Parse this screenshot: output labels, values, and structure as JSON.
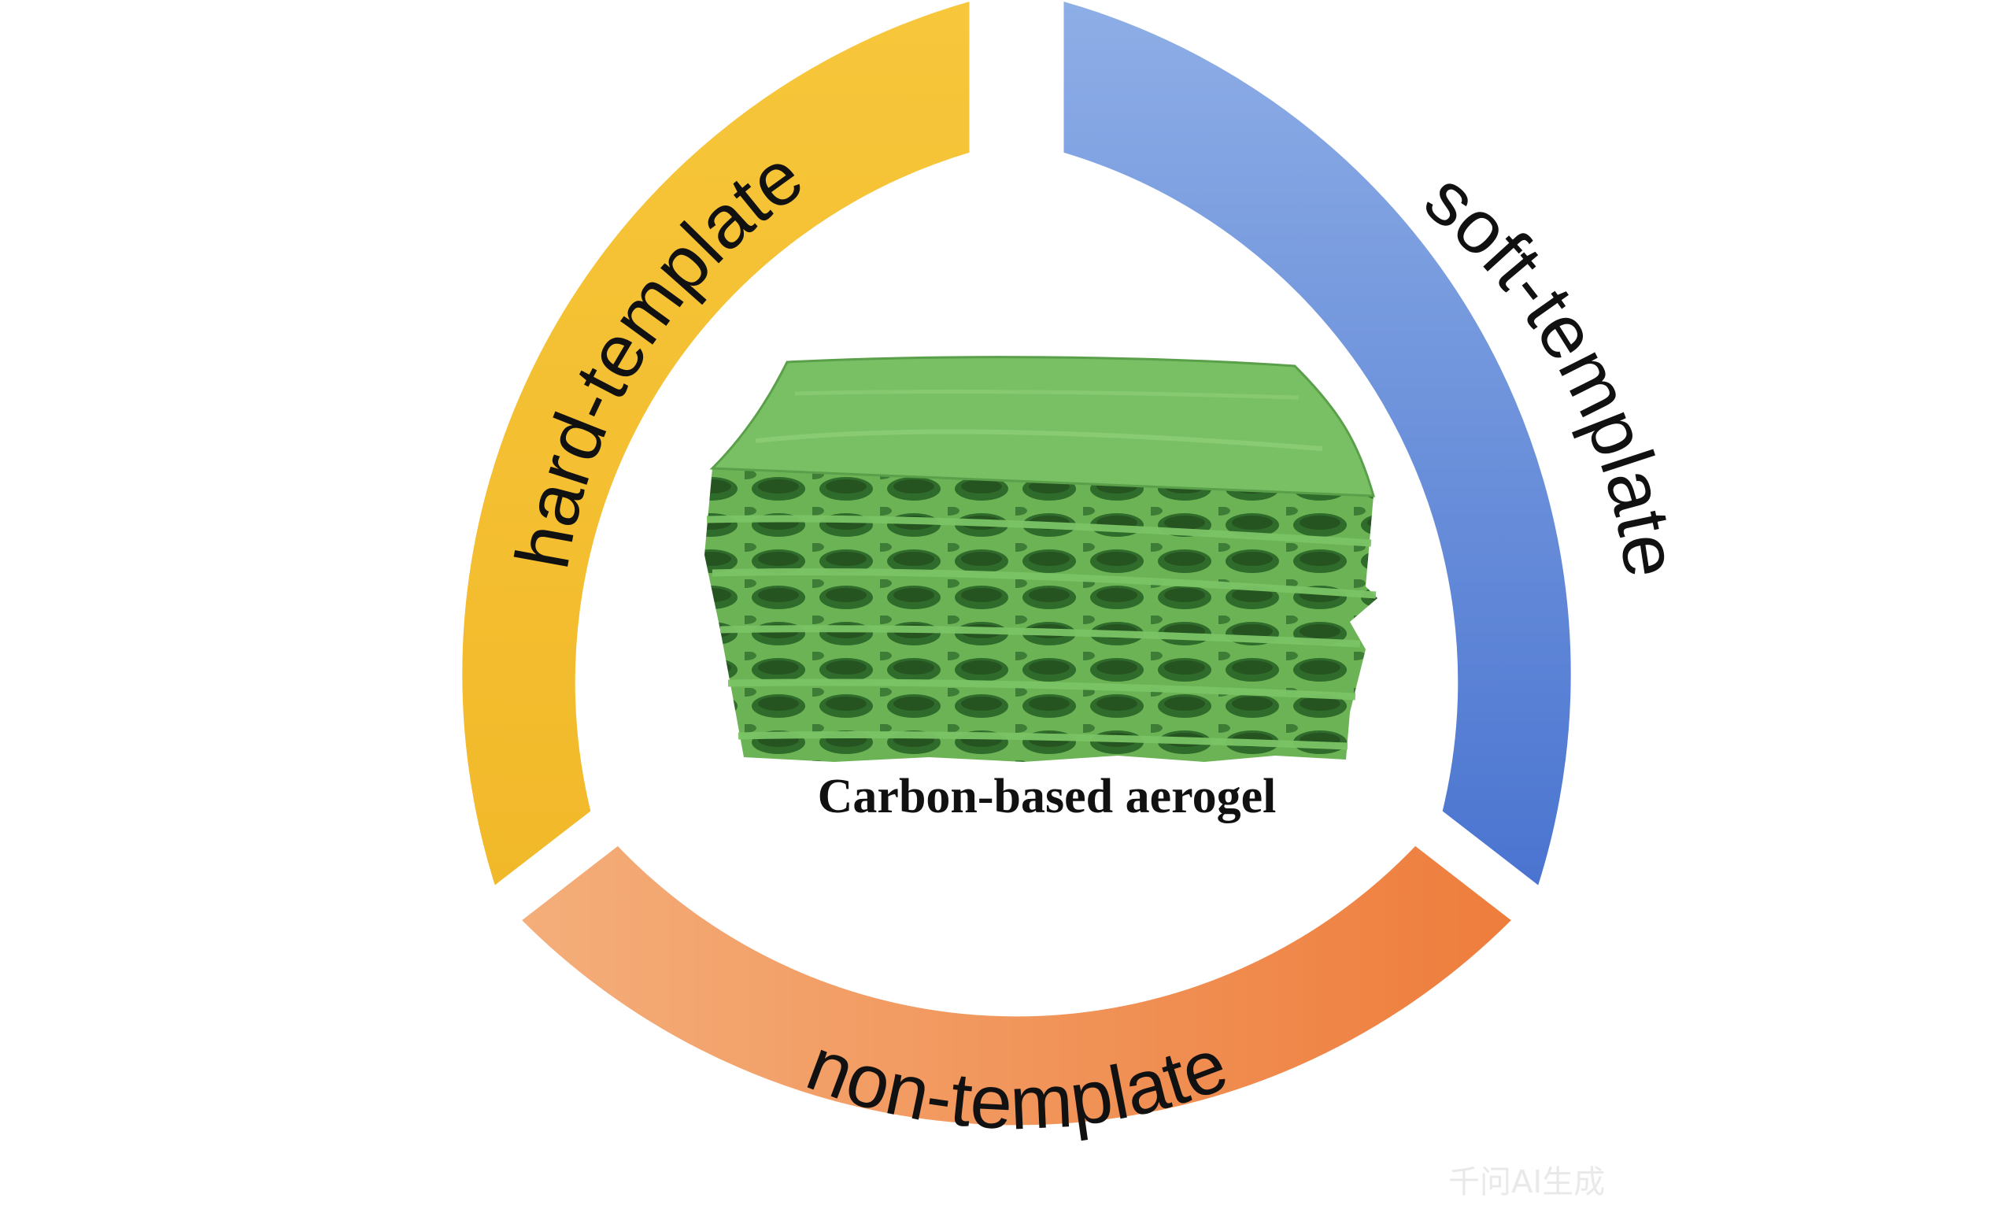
{
  "diagram": {
    "segments": [
      {
        "id": "hard",
        "label": "hard-template",
        "color_start": "#f7c63a",
        "color_end": "#f1b92a"
      },
      {
        "id": "soft",
        "label": "soft-template",
        "color_start": "#8eaee6",
        "color_end": "#4a74d0"
      },
      {
        "id": "non",
        "label": "non-template",
        "color_start": "#f4ae7a",
        "color_end": "#ee7d3c"
      }
    ],
    "center": {
      "caption": "Carbon-based aerogel",
      "illustration": "layered-porous-aerogel",
      "color": "#6cb356"
    },
    "watermark": "千问AI生成"
  }
}
